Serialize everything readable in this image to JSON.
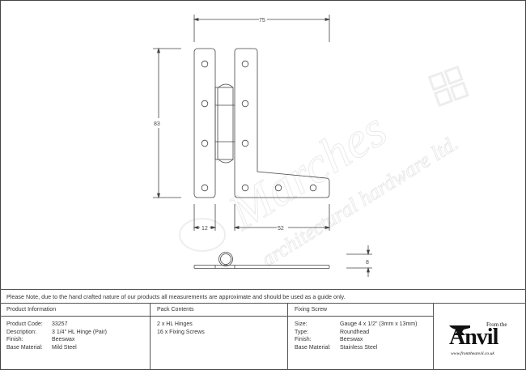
{
  "drawing": {
    "dimensions": {
      "overall_width": "75",
      "overall_height": "83",
      "left_leaf_width": "12",
      "right_leaf_width": "52",
      "thickness": "8"
    },
    "watermark": {
      "brand": "Marches",
      "tagline": "architectural hardware ltd."
    }
  },
  "note": "Please Note, due to the hand crafted nature of our products all measurements are approximate and should be used as a guide only.",
  "product_information": {
    "title": "Product Information",
    "rows": [
      {
        "label": "Product Code:",
        "value": "33257"
      },
      {
        "label": "Description:",
        "value": "3 1/4\" HL Hinge (Pair)"
      },
      {
        "label": "Finish:",
        "value": "Beeswax"
      },
      {
        "label": "Base Material:",
        "value": "Mild Steel"
      }
    ]
  },
  "pack_contents": {
    "title": "Pack Contents",
    "items": [
      "2 x HL Hinges",
      "16 x Fixing Screws"
    ]
  },
  "fixing_screw": {
    "title": "Fixing Screw",
    "rows": [
      {
        "label": "Size:",
        "value": "Gauge 4 x 1/2\" (3mm x 13mm)"
      },
      {
        "label": "Type:",
        "value": "Roundhead"
      },
      {
        "label": "Finish:",
        "value": "Beeswax"
      },
      {
        "label": "Base Material:",
        "value": "Stainless Steel"
      }
    ]
  },
  "logo": {
    "from_text": "From the",
    "word": "Anvil",
    "url": "www.fromtheanvil.co.uk"
  }
}
